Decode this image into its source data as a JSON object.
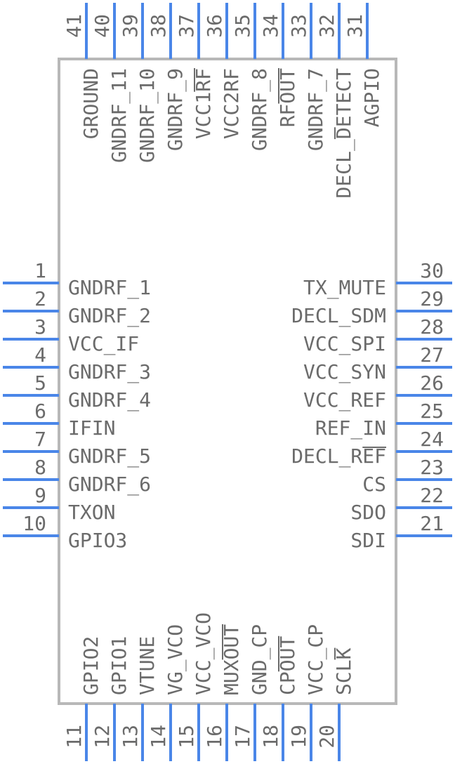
{
  "pins": {
    "left": [
      {
        "num": "1",
        "label": "GNDRF_1"
      },
      {
        "num": "2",
        "label": "GNDRF_2"
      },
      {
        "num": "3",
        "label": "VCC_IF"
      },
      {
        "num": "4",
        "label": "GNDRF_3"
      },
      {
        "num": "5",
        "label": "GNDRF_4"
      },
      {
        "num": "6",
        "label": "IFIN"
      },
      {
        "num": "7",
        "label": "GNDRF_5"
      },
      {
        "num": "8",
        "label": "GNDRF_6"
      },
      {
        "num": "9",
        "label": "TXON"
      },
      {
        "num": "10",
        "label": "GPIO3"
      }
    ],
    "bottom": [
      {
        "num": "11",
        "label": "GPIO2"
      },
      {
        "num": "12",
        "label": "GPIO1"
      },
      {
        "num": "13",
        "label": "VTUNE"
      },
      {
        "num": "14",
        "label": "VG_VCO"
      },
      {
        "num": "15",
        "label": "VCC_VCO"
      },
      {
        "num": "16",
        "label": "MUXOUT"
      },
      {
        "num": "17",
        "label": "GND_CP"
      },
      {
        "num": "18",
        "label": "CPOUT"
      },
      {
        "num": "19",
        "label": "VCC_CP"
      },
      {
        "num": "20",
        "label": "SCLK"
      }
    ],
    "right": [
      {
        "num": "21",
        "label": "SDI"
      },
      {
        "num": "22",
        "label": "SDO"
      },
      {
        "num": "23",
        "label": "CS"
      },
      {
        "num": "24",
        "label": "DECL_REF"
      },
      {
        "num": "25",
        "label": "REF_IN"
      },
      {
        "num": "26",
        "label": "VCC_REF"
      },
      {
        "num": "27",
        "label": "VCC_SYN"
      },
      {
        "num": "28",
        "label": "VCC_SPI"
      },
      {
        "num": "29",
        "label": "DECL_SDM"
      },
      {
        "num": "30",
        "label": "TX_MUTE"
      }
    ],
    "top": [
      {
        "num": "31",
        "label": "AGPIO"
      },
      {
        "num": "32",
        "label": "DECL_DETECT"
      },
      {
        "num": "33",
        "label": "GNDRF_7"
      },
      {
        "num": "34",
        "label": "RFOUT"
      },
      {
        "num": "35",
        "label": "GNDRF_8"
      },
      {
        "num": "36",
        "label": "VCC2RF"
      },
      {
        "num": "37",
        "label": "VCC1RF"
      },
      {
        "num": "38",
        "label": "GNDRF_9"
      },
      {
        "num": "39",
        "label": "GNDRF_10"
      },
      {
        "num": "40",
        "label": "GNDRF_11"
      },
      {
        "num": "41",
        "label": "GROUND"
      }
    ]
  },
  "colors": {
    "pin": "#4a86e8",
    "body_outline": "#b8b8b8",
    "text": "#6b6b6b"
  }
}
